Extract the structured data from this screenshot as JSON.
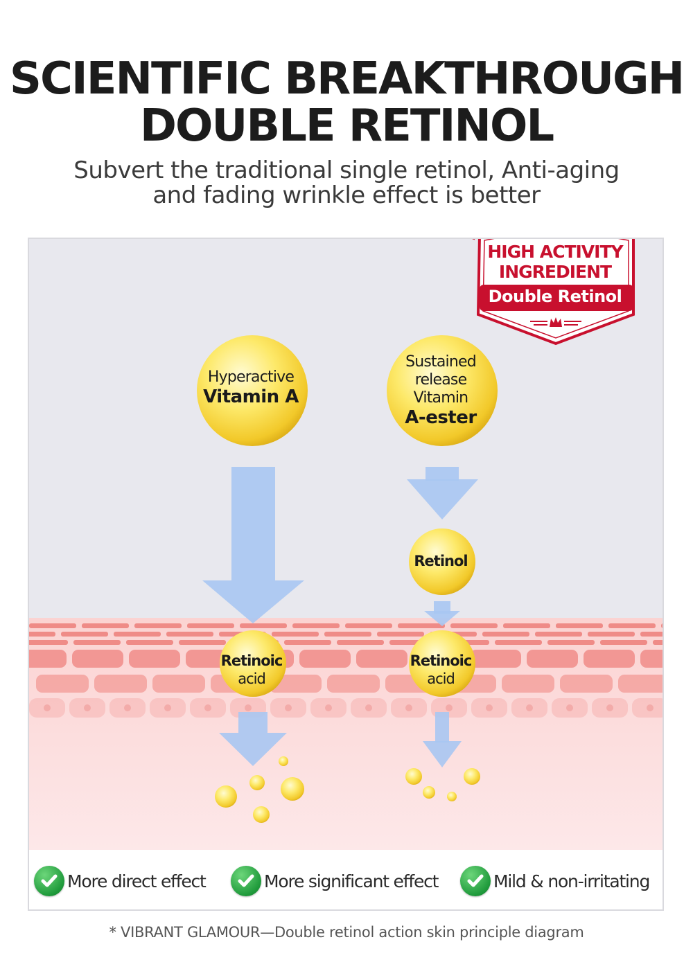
{
  "header": {
    "title_line1": "SCIENTIFIC BREAKTHROUGH",
    "title_line2": "DOUBLE RETINOL",
    "subtitle_line1": "Subvert the traditional single retinol, Anti-aging",
    "subtitle_line2": "and fading wrinkle effect is better"
  },
  "badge": {
    "line1": "HIGH ACTIVITY",
    "line2": "INGREDIENT",
    "line3": "Double Retinol",
    "color": "#c8102e"
  },
  "diagram": {
    "left": {
      "top_small": "Hyperactive",
      "top_big": "Vitamin A",
      "skin_line1": "Retinoic",
      "skin_line2": "acid"
    },
    "right": {
      "top_l1": "Sustained",
      "top_l2": "release",
      "top_l3": "Vitamin",
      "top_big": "A-ester",
      "middle": "Retinol",
      "skin_line1": "Retinoic",
      "skin_line2": "acid"
    }
  },
  "benefits": [
    {
      "label": "More direct effect"
    },
    {
      "label": "More significant effect"
    },
    {
      "label": "Mild & non-irritating"
    }
  ],
  "footnote": "* VIBRANT GLAMOUR—Double retinol action skin principle diagram",
  "colors": {
    "arrow": "#a9c7f2",
    "skin": "#f08f8c",
    "bubble": "#ffe85c",
    "check": "#1f9a3b"
  }
}
